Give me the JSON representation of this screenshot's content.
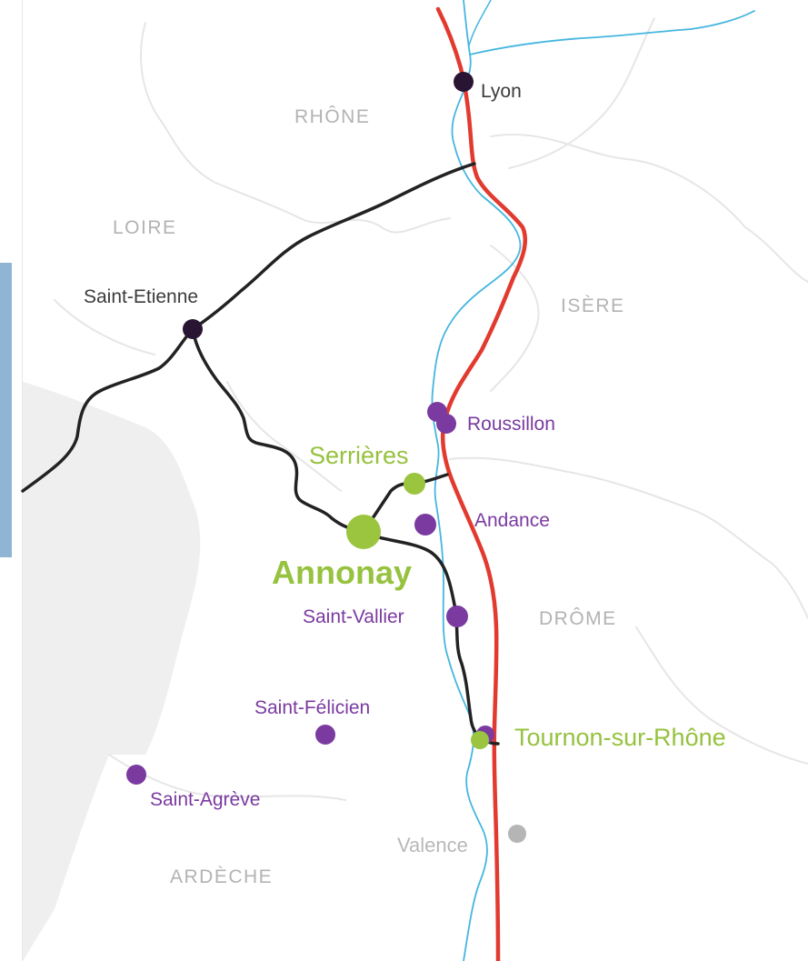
{
  "regions": {
    "rhone": "RHÔNE",
    "loire": "LOIRE",
    "isere": "ISÈRE",
    "drome": "DRÔME",
    "ardeche": "ARDÈCHE"
  },
  "cities": {
    "lyon": "Lyon",
    "saint_etienne": "Saint-Etienne",
    "roussillon": "Roussillon",
    "serrieres": "Serrières",
    "andance": "Andance",
    "annonay": "Annonay",
    "saint_vallier": "Saint-Vallier",
    "saint_felicien": "Saint-Félicien",
    "tournon": "Tournon-sur-Rhône",
    "saint_agreve": "Saint-Agrève",
    "valence": "Valence"
  },
  "colors": {
    "river": "#45b6e0",
    "highway": "#e23a2f",
    "road": "#222222",
    "marker_dark": "#2a1433",
    "marker_purple": "#7a3aa0",
    "marker_green": "#9bc43f",
    "marker_grey": "#b5b5b5",
    "border": "#e6e6e6",
    "shaded_area": "#efefef"
  }
}
